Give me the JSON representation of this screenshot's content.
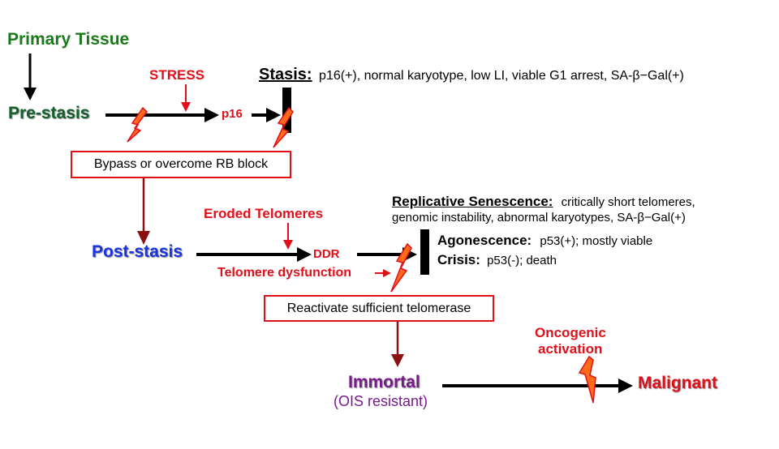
{
  "nodes": {
    "primary_tissue": "Primary Tissue",
    "pre_stasis": "Pre-stasis",
    "post_stasis": "Post-stasis",
    "immortal": "Immortal",
    "ois_resistant": "(OIS resistant)",
    "malignant": "Malignant"
  },
  "labels": {
    "stress": "STRESS",
    "p16": "p16",
    "eroded_telomeres": "Eroded Telomeres",
    "ddr": "DDR",
    "telomere_dysfunction": "Telomere dysfunction",
    "oncogenic_activation_1": "Oncogenic",
    "oncogenic_activation_2": "activation"
  },
  "stasis": {
    "title": "Stasis:",
    "description": "p16(+), normal karyotype, low LI, viable G1 arrest, SA-β−Gal(+)"
  },
  "senescence": {
    "title": "Replicative Senescence:",
    "line1": "critically short telomeres,",
    "line2": "genomic instability, abnormal karyotypes, SA-β−Gal(+)"
  },
  "agonescence": {
    "title": "Agonescence:",
    "description": "p53(+); mostly viable"
  },
  "crisis": {
    "title": "Crisis:",
    "description": "p53(-); death"
  },
  "boxes": {
    "bypass_rb": "Bypass or overcome RB block",
    "reactivate_telomerase": "Reactivate sufficient telomerase"
  },
  "colors": {
    "green": "#1a7a1a",
    "red": "#e0101a",
    "blue": "#1a33e6",
    "purple": "#7a1a8c",
    "dark_red": "#8b1010",
    "bolt_fill": "#ff6a1a",
    "bolt_stroke": "#e0101a"
  }
}
